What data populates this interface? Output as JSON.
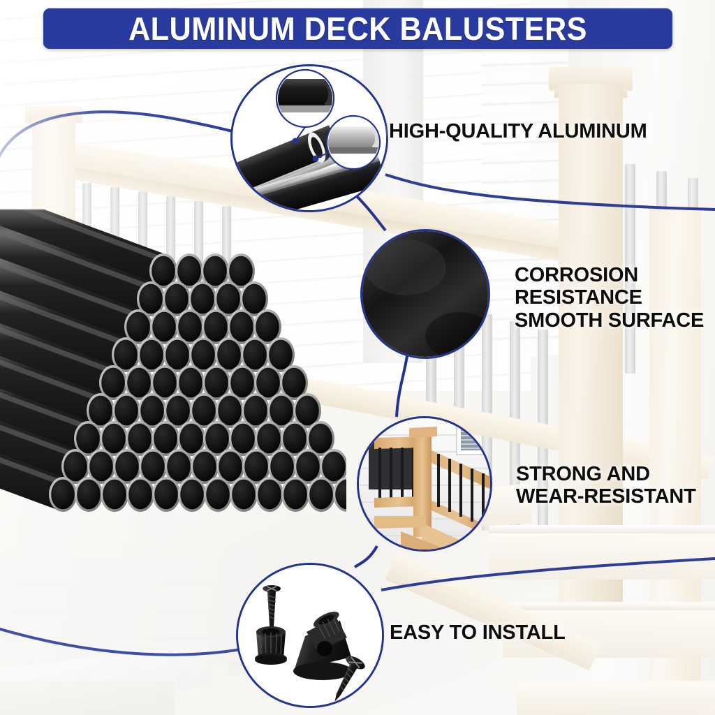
{
  "banner": {
    "title": "ALUMINUM DECK BALUSTERS",
    "bg_color": "#2a3ba0",
    "text_color": "#ffffff"
  },
  "theme": {
    "accent_blue": "#23348f",
    "connector_blue": "#2a3ba0",
    "label_color": "#0d0d0d",
    "tube_black": "#1b1b1b",
    "tube_rim": "#b9b9b9"
  },
  "features": [
    {
      "id": "high-quality-aluminum",
      "label": "HIGH-QUALITY ALUMINUM",
      "callout": "cut-tube-cross-section",
      "description": "Cutaway black aluminum tubes with two magnified insets showing black coating and bare aluminum"
    },
    {
      "id": "corrosion-resistance",
      "label": "CORROSION\nRESISTANCE\nSMOOTH SURFACE",
      "callout": "black-surface-closeup",
      "description": "Macro of smooth matte black powder-coated surface"
    },
    {
      "id": "strong-and-wear-resistant",
      "label": "STRONG AND\nWEAR-RESISTANT",
      "callout": "installed-stair-railing",
      "description": "Wooden deck stair railing with black balusters installed"
    },
    {
      "id": "easy-to-install",
      "label": "EASY TO INSTALL",
      "callout": "mounting-hardware",
      "description": "Black screws, straight connector and angled connector hardware"
    }
  ],
  "product": {
    "name": "black-aluminum-baluster-bundle",
    "description": "Bundle of round black aluminum tubes stacked in a triangular arrangement with visible cut ends"
  },
  "background": {
    "scene": "deck-with-white-siding-and-light-wood-railing"
  }
}
